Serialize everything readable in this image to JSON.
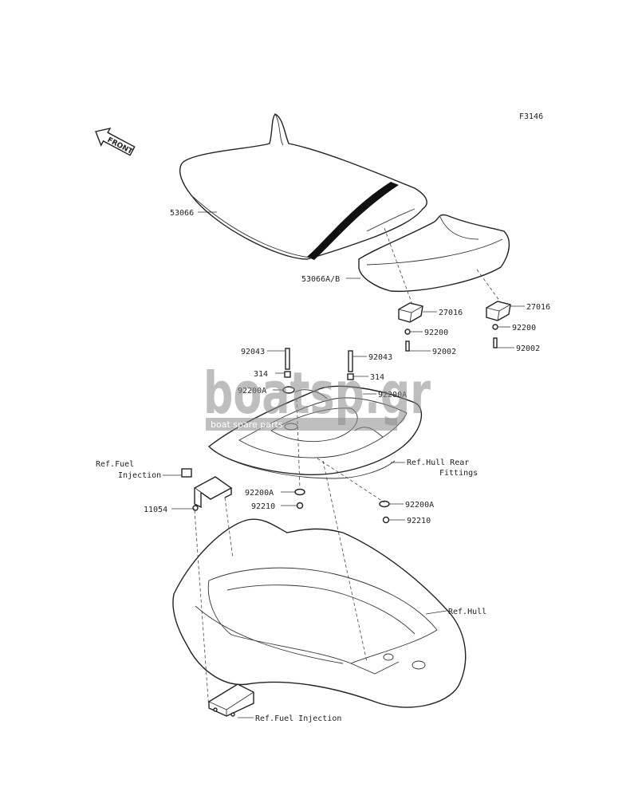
{
  "figure_code": "F3146",
  "front_arrow": {
    "label": "FRONT",
    "icon": "front-direction-arrow-icon"
  },
  "labels": {
    "seat": "53066",
    "rear_seat": "53066A/B",
    "stopper_left": "27016",
    "stopper_right": "27016",
    "washer_upper_left": "92200",
    "washer_upper_right": "92200",
    "bolt_upper_left": "92002",
    "bolt_upper_right": "92002",
    "bolt_frame_left": "92043",
    "bolt_frame_right": "92043",
    "nut_left": "314",
    "nut_right": "314",
    "washer_a_top_left": "92200A",
    "washer_a_top_right": "92200A",
    "washer_a_bottom_left": "92200A",
    "washer_a_bottom_right": "92200A",
    "nut_bottom_left": "92210",
    "nut_bottom_right": "92210",
    "bracket": "11054",
    "ref_fuel_top_line1": "Ref.Fuel",
    "ref_fuel_top_line2": "Injection",
    "ref_hull_rear_line1": "Ref.Hull Rear",
    "ref_hull_rear_line2": "Fittings",
    "ref_hull": "Ref.Hull",
    "ref_fuel_bottom": "Ref.Fuel Injection"
  },
  "watermark": {
    "text": "boatsp.gr",
    "subtext": "boat spare parts"
  },
  "colors": {
    "line": "#222222",
    "watermark": "#8a8a8a",
    "background": "#ffffff"
  }
}
